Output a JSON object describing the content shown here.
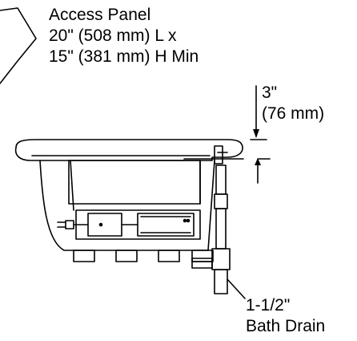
{
  "access_panel": {
    "lines": [
      "Access Panel",
      "20\" (508 mm) L x",
      "15\" (381 mm) H Min"
    ]
  },
  "rim_height": {
    "lines": [
      "3\"",
      "(76 mm)"
    ]
  },
  "bath_drain": {
    "lines": [
      "1-1/2\"",
      "Bath Drain"
    ]
  },
  "colors": {
    "line": "#000000",
    "background": "#ffffff"
  }
}
